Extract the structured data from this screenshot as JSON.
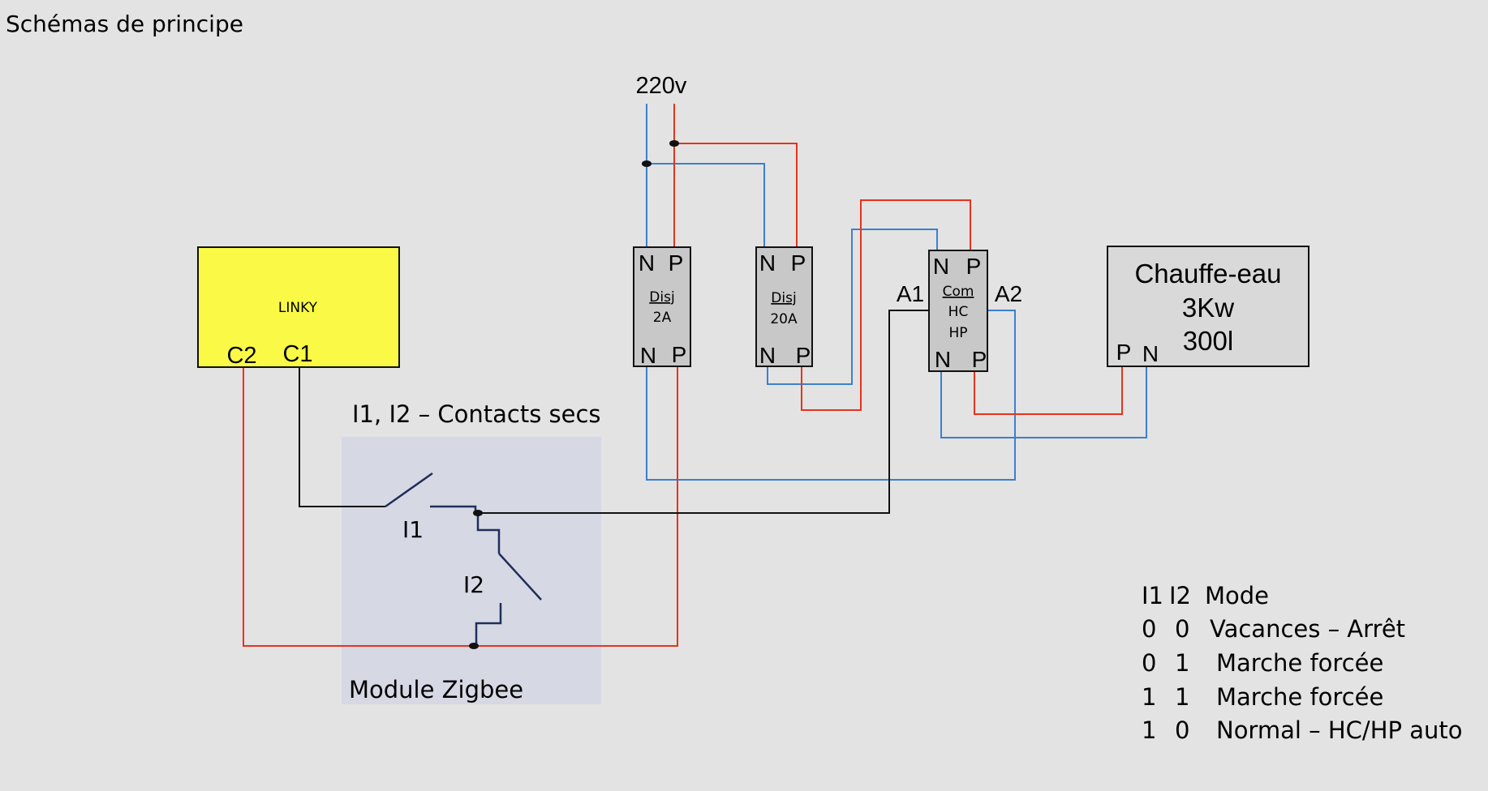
{
  "page_title": "Schémas de principe",
  "source_label": "220v",
  "linky": {
    "label": "LINKY",
    "c2": "C2",
    "c1": "C1"
  },
  "module": {
    "contacts_title": "I1, I2 – Contacts secs",
    "switch1": "I1",
    "switch2": "I2",
    "name": "Module Zigbee"
  },
  "breakers": [
    {
      "top_n": "N",
      "top_p": "P",
      "line1": "Disj",
      "line2": "2A",
      "bottom_n": "N",
      "bottom_p": "P"
    },
    {
      "top_n": "N",
      "top_p": "P",
      "line1": "Disj",
      "line2": "20A",
      "bottom_n": "N",
      "bottom_p": "P"
    }
  ],
  "contactor": {
    "top_n": "N",
    "top_p": "P",
    "line1": "Com",
    "line2": "HC",
    "line3": "HP",
    "bottom_n": "N",
    "bottom_p": "P",
    "a1": "A1",
    "a2": "A2"
  },
  "heater": {
    "line1": "Chauffe-eau",
    "line2": "3Kw",
    "line3": "300l",
    "p": "P",
    "n": "N"
  },
  "mode_table": {
    "header": [
      "I1",
      "I2",
      "Mode"
    ],
    "rows": [
      [
        "0",
        "0",
        "Vacances – Arrêt"
      ],
      [
        "0",
        "1",
        "Marche forcée"
      ],
      [
        "1",
        "1",
        "Marche forcée"
      ],
      [
        "1",
        "0",
        "Normal – HC/HP auto"
      ]
    ]
  },
  "colors": {
    "phase": "#e8321c",
    "neutral": "#3b7fd0",
    "control": "#111111",
    "linky": "#fafa46",
    "device": "#c8c8c8",
    "module": "#d6d8e4",
    "switch": "#1f2f5a"
  }
}
